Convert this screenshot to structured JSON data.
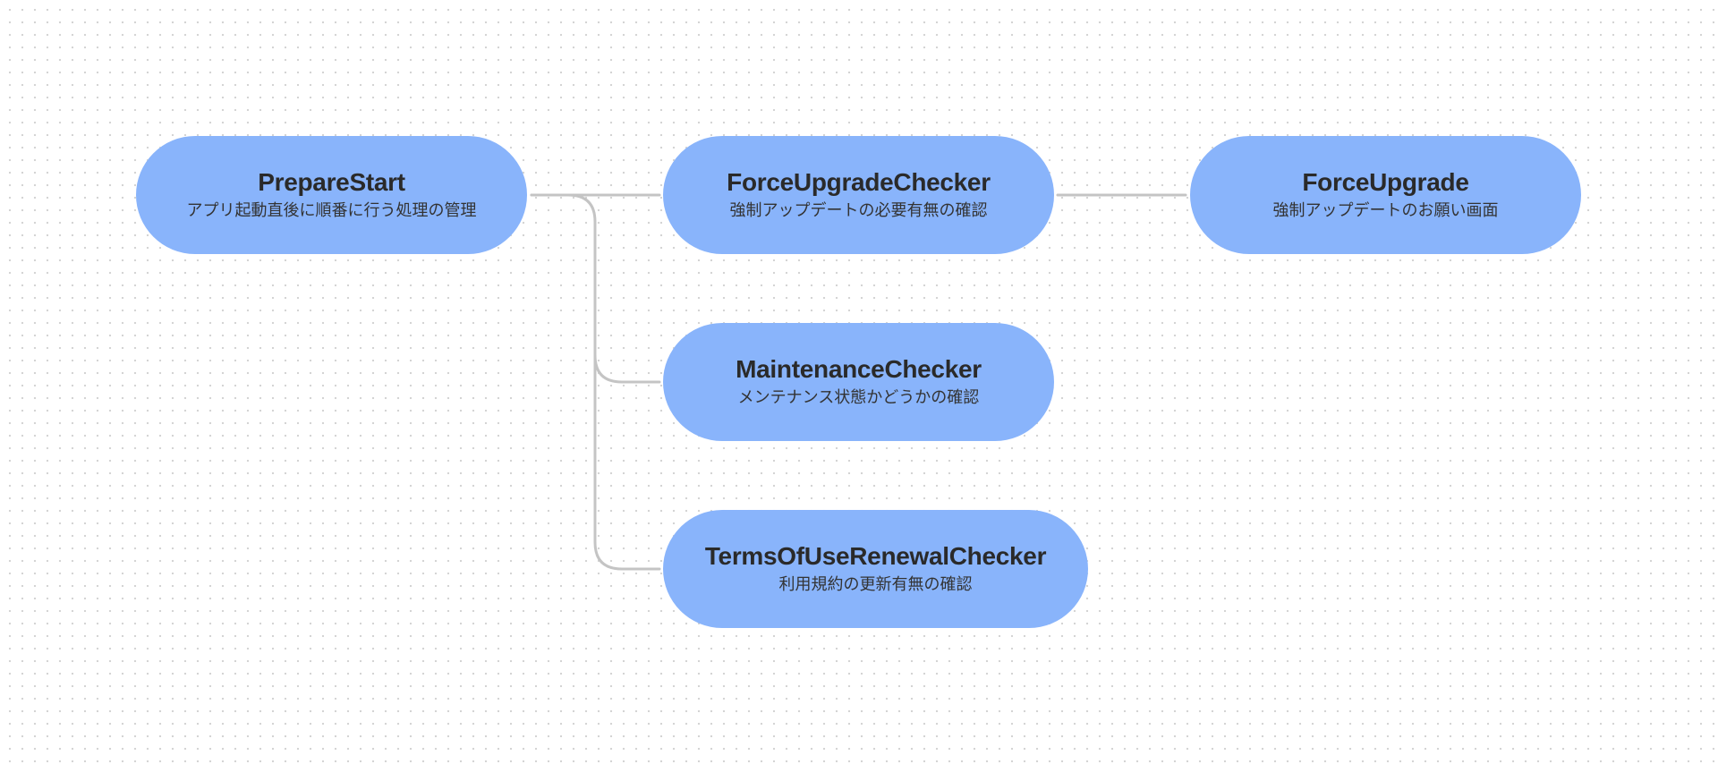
{
  "diagram": {
    "nodes": [
      {
        "id": "prepare_start",
        "title": "PrepareStart",
        "description": "アプリ起動直後に順番に行う処理の管理"
      },
      {
        "id": "force_upgrade_checker",
        "title": "ForceUpgradeChecker",
        "description": "強制アップデートの必要有無の確認"
      },
      {
        "id": "force_upgrade",
        "title": "ForceUpgrade",
        "description": "強制アップデートのお願い画面"
      },
      {
        "id": "maintenance_checker",
        "title": "MaintenanceChecker",
        "description": "メンテナンス状態かどうかの確認"
      },
      {
        "id": "terms_checker",
        "title": "TermsOfUseRenewalChecker",
        "description": "利用規約の更新有無の確認"
      }
    ],
    "edges": [
      {
        "from": "prepare_start",
        "to": "force_upgrade_checker"
      },
      {
        "from": "prepare_start",
        "to": "maintenance_checker"
      },
      {
        "from": "prepare_start",
        "to": "terms_checker"
      },
      {
        "from": "force_upgrade_checker",
        "to": "force_upgrade"
      }
    ]
  },
  "colors": {
    "node_fill": "#89b4fb",
    "connector": "#c4c4c4",
    "text": "#2a2a2a",
    "background_dot": "#d4d4d4"
  }
}
